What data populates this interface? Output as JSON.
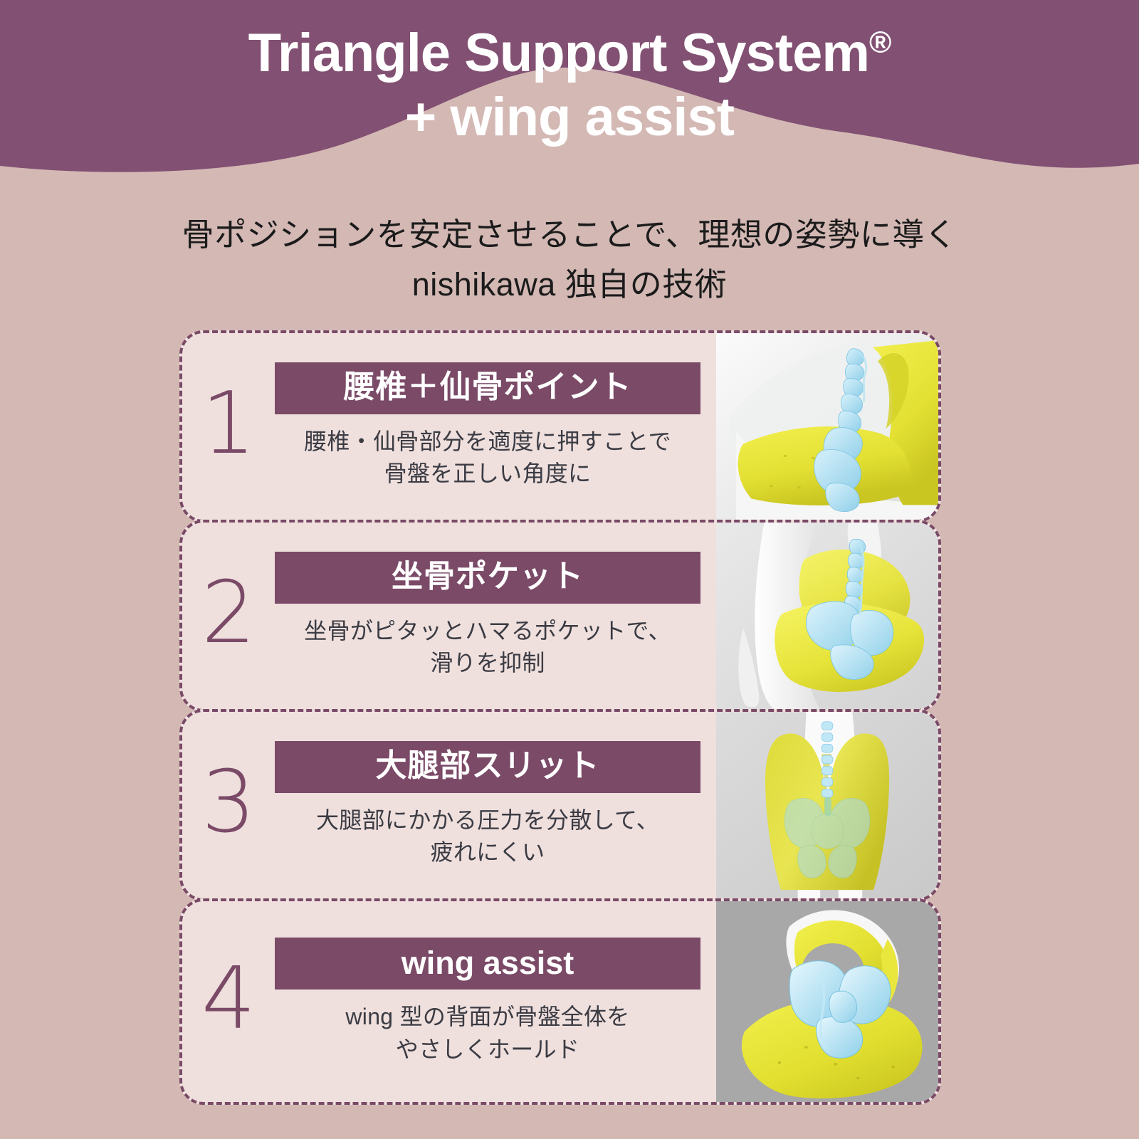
{
  "header": {
    "title_line1": "Triangle Support System",
    "registered_mark": "®",
    "title_line2": "+ wing assist",
    "background_color": "#825072"
  },
  "subtitle": {
    "line1": "骨ポジションを安定させることで、理想の姿勢に導く",
    "line2": "nishikawa 独自の技術"
  },
  "page": {
    "background_color": "#d3b8b4",
    "card_background_color": "#efe0de",
    "accent_color": "#7a4a67",
    "cushion_color": "#e3e033",
    "bone_color": "#a8ddf0"
  },
  "cards": [
    {
      "number": "1",
      "title": "腰椎＋仙骨ポイント",
      "desc_line1": "腰椎・仙骨部分を適度に押すことで",
      "desc_line2": "骨盤を正しい角度に",
      "image_name": "lumbar-sacrum-cushion-render",
      "image_background": "#f2f2f2"
    },
    {
      "number": "2",
      "title": "坐骨ポケット",
      "desc_line1": "坐骨がピタッとハマるポケットで、",
      "desc_line2": "滑りを抑制",
      "image_name": "ischium-pocket-cushion-render",
      "image_background": "#e4e4e4"
    },
    {
      "number": "3",
      "title": "大腿部スリット",
      "desc_line1": "大腿部にかかる圧力を分散して、",
      "desc_line2": "疲れにくい",
      "image_name": "thigh-slit-cushion-render",
      "image_background": "#d6d6d6"
    },
    {
      "number": "4",
      "title": "wing assist",
      "desc_line1": "wing 型の背面が骨盤全体を",
      "desc_line2": "やさしくホールド",
      "image_name": "wing-assist-cushion-render",
      "image_background": "#a8a8a8"
    }
  ]
}
